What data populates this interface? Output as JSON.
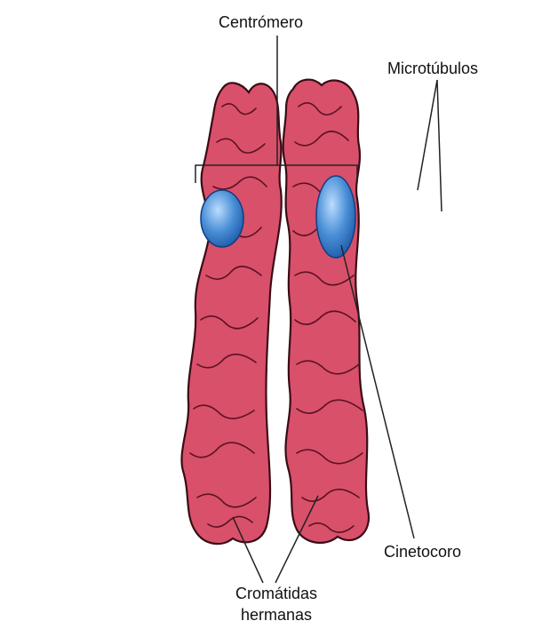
{
  "labels": {
    "centromere": "Centrómero",
    "microtubules": "Microtúbulos",
    "kinetochore": "Cinetocoro",
    "sister_chromatids_line1": "Cromátidas",
    "sister_chromatids_line2": "hermanas"
  },
  "colors": {
    "chromatid_fill": "#d9506a",
    "chromatid_outline": "#3a0c16",
    "kinetochore": "#3f86cf",
    "microtubule": "#222222"
  }
}
